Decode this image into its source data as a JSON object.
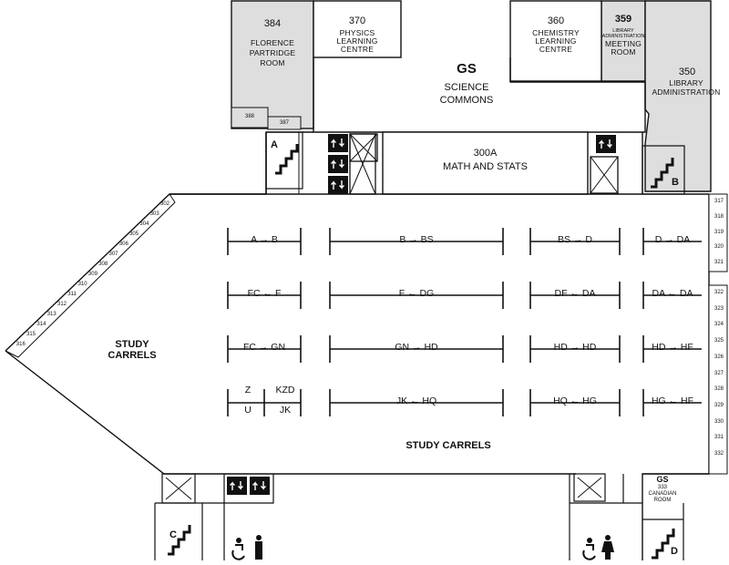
{
  "rooms": {
    "r384": {
      "number": "384",
      "name_line1": "FLORENCE",
      "name_line2": "PARTRIDGE",
      "name_line3": "ROOM"
    },
    "r370": {
      "number": "370",
      "name_line1": "PHYSICS",
      "name_line2": "LEARNING",
      "name_line3": "CENTRE"
    },
    "r360": {
      "number": "360",
      "name_line1": "CHEMISTRY",
      "name_line2": "LEARNING",
      "name_line3": "CENTRE"
    },
    "r359": {
      "number": "359",
      "sub_line1": "LIBRARY",
      "sub_line2": "ADMINISTRATION",
      "name_line1": "MEETING",
      "name_line2": "ROOM"
    },
    "r350": {
      "number": "350",
      "name_line1": "LIBRARY",
      "name_line2": "ADMINISTRATION"
    },
    "gs": {
      "code": "GS",
      "name_line1": "SCIENCE",
      "name_line2": "COMMONS"
    },
    "r300a": {
      "number": "300A",
      "name": "MATH AND STATS"
    },
    "r388": {
      "number": "388"
    },
    "r387": {
      "number": "387"
    },
    "gs333": {
      "code": "GS",
      "number": "333",
      "name_line1": "CANADIAN",
      "name_line2": "ROOM"
    }
  },
  "stairs": {
    "a": "A",
    "b": "B",
    "c": "C",
    "d": "D"
  },
  "study_carrels": {
    "left_line1": "STUDY",
    "left_line2": "CARRELS",
    "bottom": "STUDY CARRELS"
  },
  "carrels_left": [
    "302",
    "303",
    "304",
    "305",
    "306",
    "307",
    "308",
    "309",
    "310",
    "311",
    "312",
    "313",
    "314",
    "315",
    "316"
  ],
  "carrels_right": [
    "317",
    "318",
    "319",
    "320",
    "321",
    "322",
    "323",
    "324",
    "325",
    "326",
    "327",
    "328",
    "329",
    "330",
    "331",
    "332"
  ],
  "stacks": {
    "row1": [
      [
        "A",
        "B"
      ],
      [
        "B",
        "BS"
      ],
      [
        "BS",
        "D"
      ],
      [
        "D",
        "DA"
      ]
    ],
    "row2": [
      [
        "FC",
        "F"
      ],
      [
        "F",
        "DG"
      ],
      [
        "DF",
        "DA"
      ],
      [
        "DA",
        "DA"
      ]
    ],
    "row3": [
      [
        "FC",
        "GN"
      ],
      [
        "GN",
        "HD"
      ],
      [
        "HD",
        "HD"
      ],
      [
        "HD",
        "HF"
      ]
    ],
    "row4": [
      [
        "JK",
        "HQ"
      ],
      [
        "HQ",
        "HG"
      ],
      [
        "HG",
        "HF"
      ]
    ],
    "row4_small": {
      "top_left": "Z",
      "top_right": "KZD",
      "bottom_left": "U",
      "bottom_right": "JK"
    }
  },
  "icons": [
    "elevator-icon",
    "escalator-icon",
    "accessible-icon",
    "washroom-icon",
    "water-fountain-icon",
    "stairs-icon",
    "freight-elevator-icon"
  ],
  "colors": {
    "grey_room": "#dedede",
    "line": "#111111",
    "dark": "#111111"
  }
}
